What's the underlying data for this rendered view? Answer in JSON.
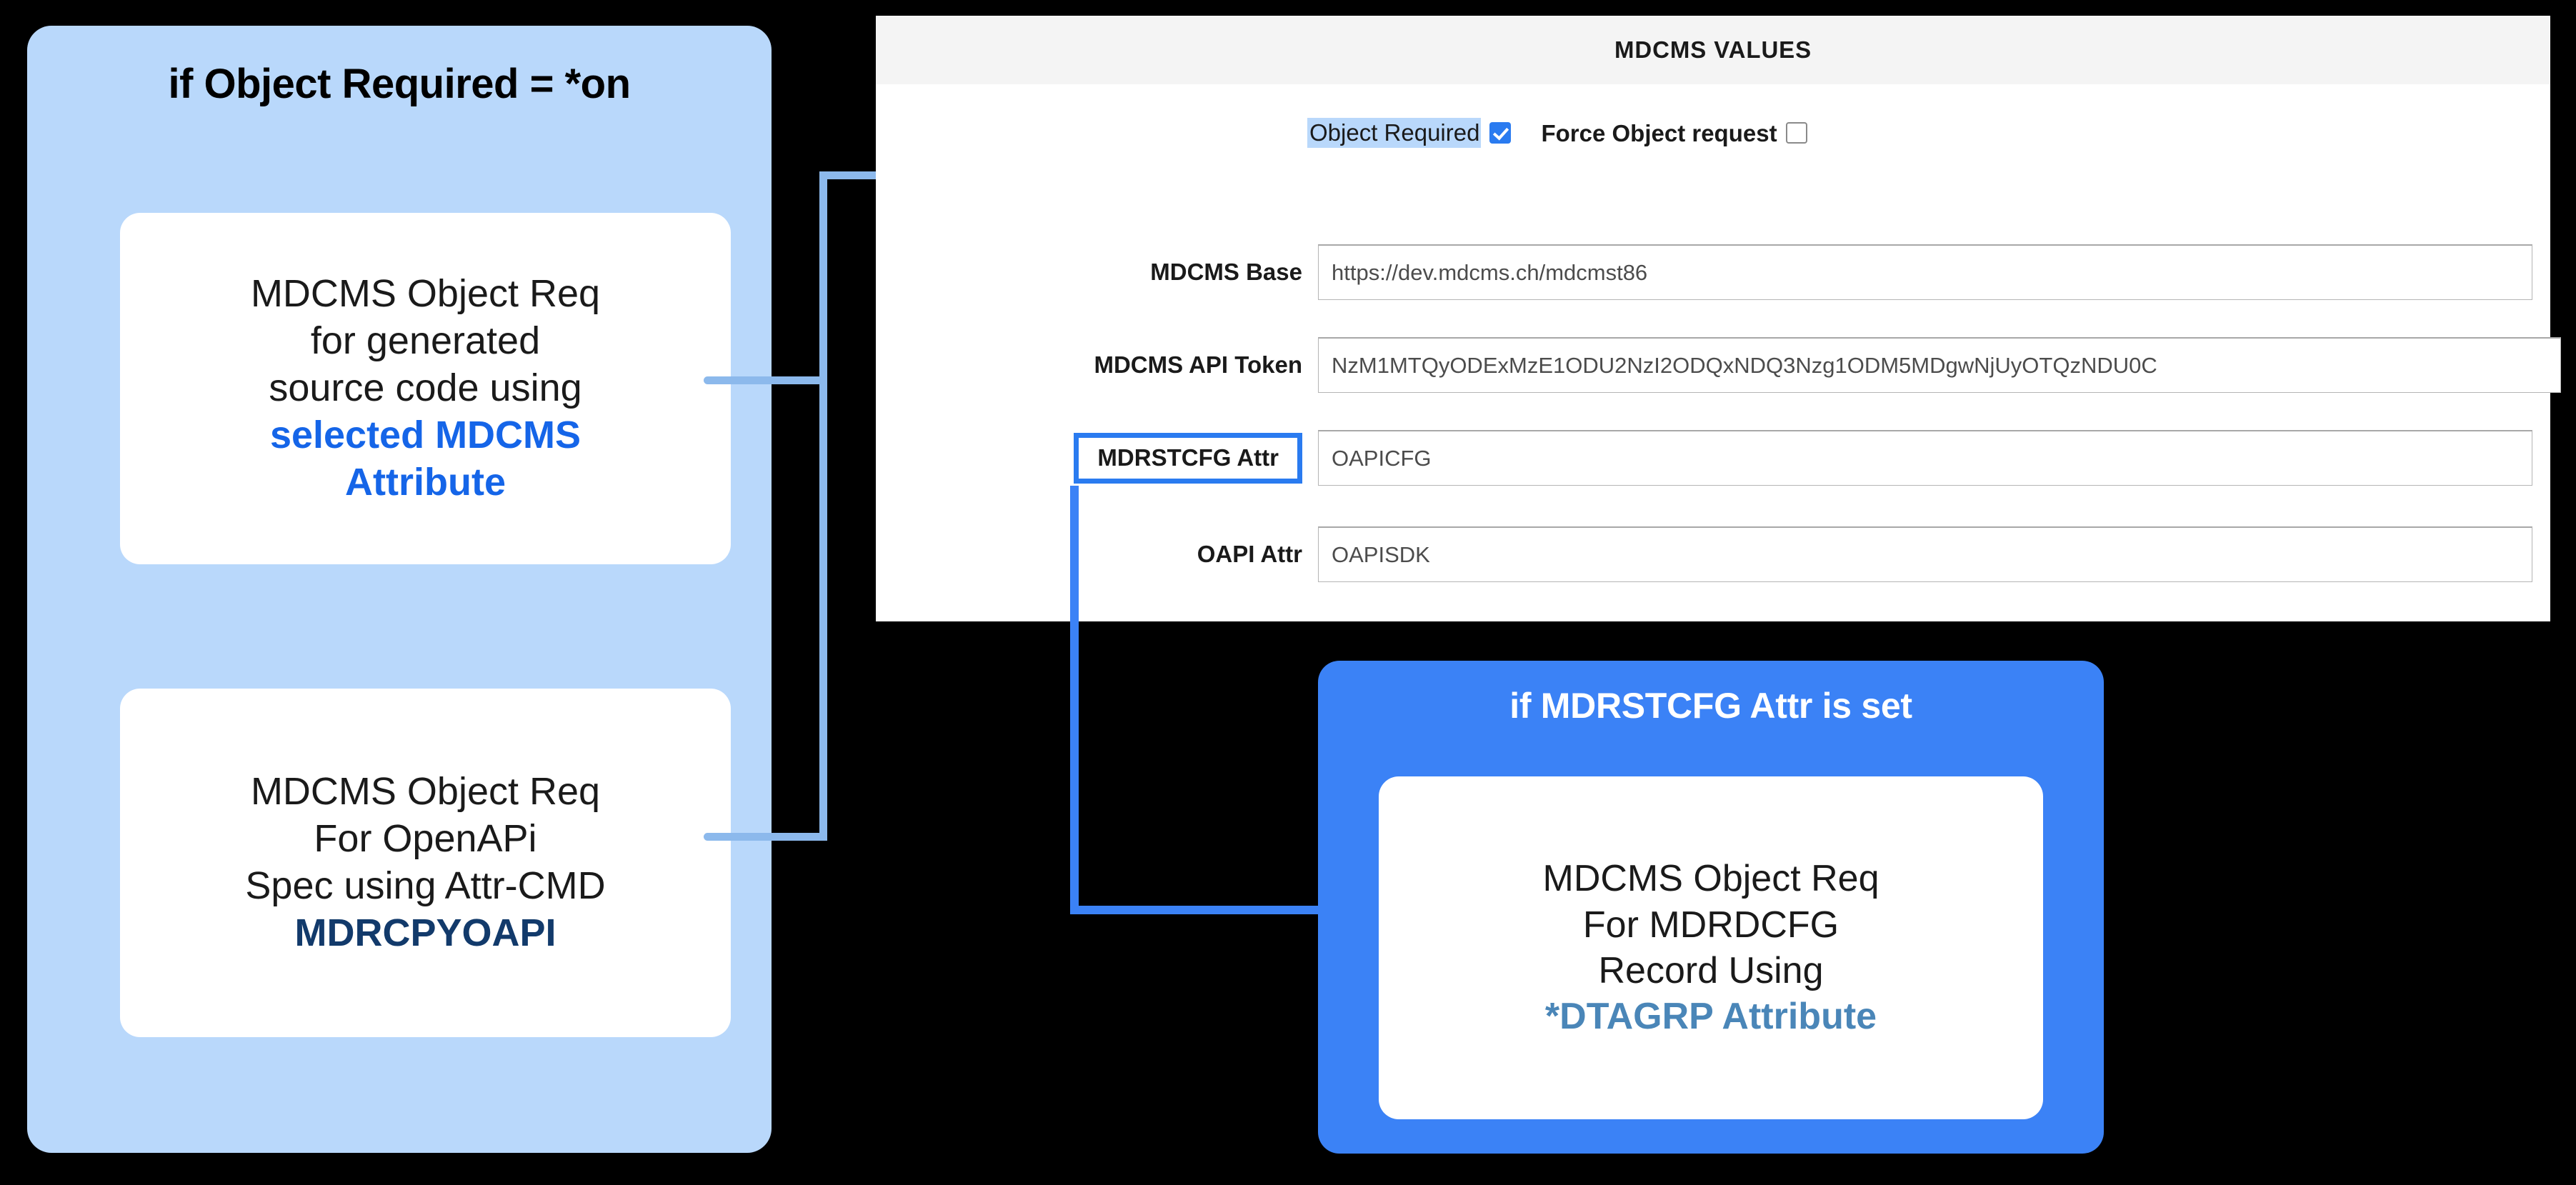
{
  "left_callout": {
    "title": "if Object Required = *on",
    "cards": [
      {
        "lines": [
          "MDCMS Object Req",
          "for generated",
          "source code using"
        ],
        "accent_lines": [
          "selected MDCMS",
          "Attribute"
        ],
        "accent_color": "#1565e8"
      },
      {
        "lines": [
          "MDCMS Object Req",
          "For OpenAPi",
          "Spec using Attr-CMD"
        ],
        "accent_lines": [
          "MDRCPYOAPI"
        ],
        "accent_color": "#123a6b"
      }
    ]
  },
  "panel": {
    "title": "MDCMS VALUES",
    "checkboxes": [
      {
        "label": "Object Required",
        "checked": true,
        "highlighted": true
      },
      {
        "label": "Force Object request",
        "checked": false,
        "highlighted": false
      }
    ],
    "fields": [
      {
        "label": "MDCMS Base",
        "value": "https://dev.mdcms.ch/mdcmst86",
        "highlighted_label": false
      },
      {
        "label": "MDCMS API Token",
        "value": "NzM1MTQyODExMzE1ODU2NzI2ODQxNDQ3Nzg1ODM5MDgwNjUyOTQzNDU0C",
        "highlighted_label": false
      },
      {
        "label": "MDRSTCFG Attr",
        "value": "OAPICFG",
        "highlighted_label": true
      },
      {
        "label": "OAPI Attr",
        "value": "OAPISDK",
        "highlighted_label": false
      }
    ]
  },
  "right_callout": {
    "title": "if MDRSTCFG Attr is set",
    "card": {
      "lines": [
        "MDCMS Object Req",
        "For MDRDCFG",
        "Record Using"
      ],
      "accent_lines": [
        "*DTAGRP Attribute"
      ],
      "accent_color": "#4a86b8"
    }
  },
  "colors": {
    "light_blue_box": "#b9d8fb",
    "royal_blue_box": "#3b82f6",
    "connector_light": "#8cb9ec",
    "connector_strong": "#3b82f6",
    "panel_header": "#f4f4f4",
    "background": "#000000"
  }
}
